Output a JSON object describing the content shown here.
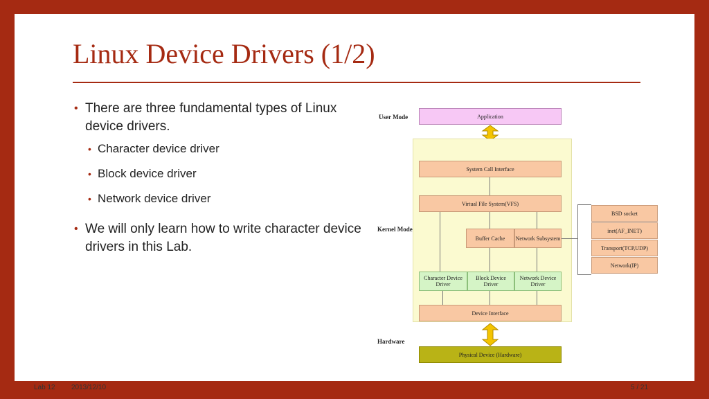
{
  "slide": {
    "title": "Linux Device Drivers (1/2)",
    "bullets": {
      "intro": "There are three fundamental types of Linux device drivers.",
      "sub": [
        "Character device driver",
        "Block device driver",
        "Network device driver"
      ],
      "closing": "We will only learn how to write character device drivers in this Lab."
    }
  },
  "diagram": {
    "modes": {
      "user": "User Mode",
      "kernel": "Kernel Mode",
      "hardware": "Hardware"
    },
    "application": "Application",
    "system_call_interface": "System Call Interface",
    "vfs": "Virtual File System(VFS)",
    "buffer_cache": "Buffer Cache",
    "network_subsystem": "Network Subsystem",
    "character_driver": "Character Device Driver",
    "block_driver": "Block Device Driver",
    "network_driver": "Network Device Driver",
    "device_interface": "Device Interface",
    "physical_device": "Physical Device (Hardware)",
    "network_stack": [
      "BSD socket",
      "inet(AF_INET)",
      "Transport(TCP,UDP)",
      "Network(IP)"
    ]
  },
  "footer": {
    "left": "Lab 12",
    "date": "2013/12/10",
    "page": "5 / 21"
  },
  "colors": {
    "accent": "#a52a12",
    "frame": "#a52a12"
  }
}
